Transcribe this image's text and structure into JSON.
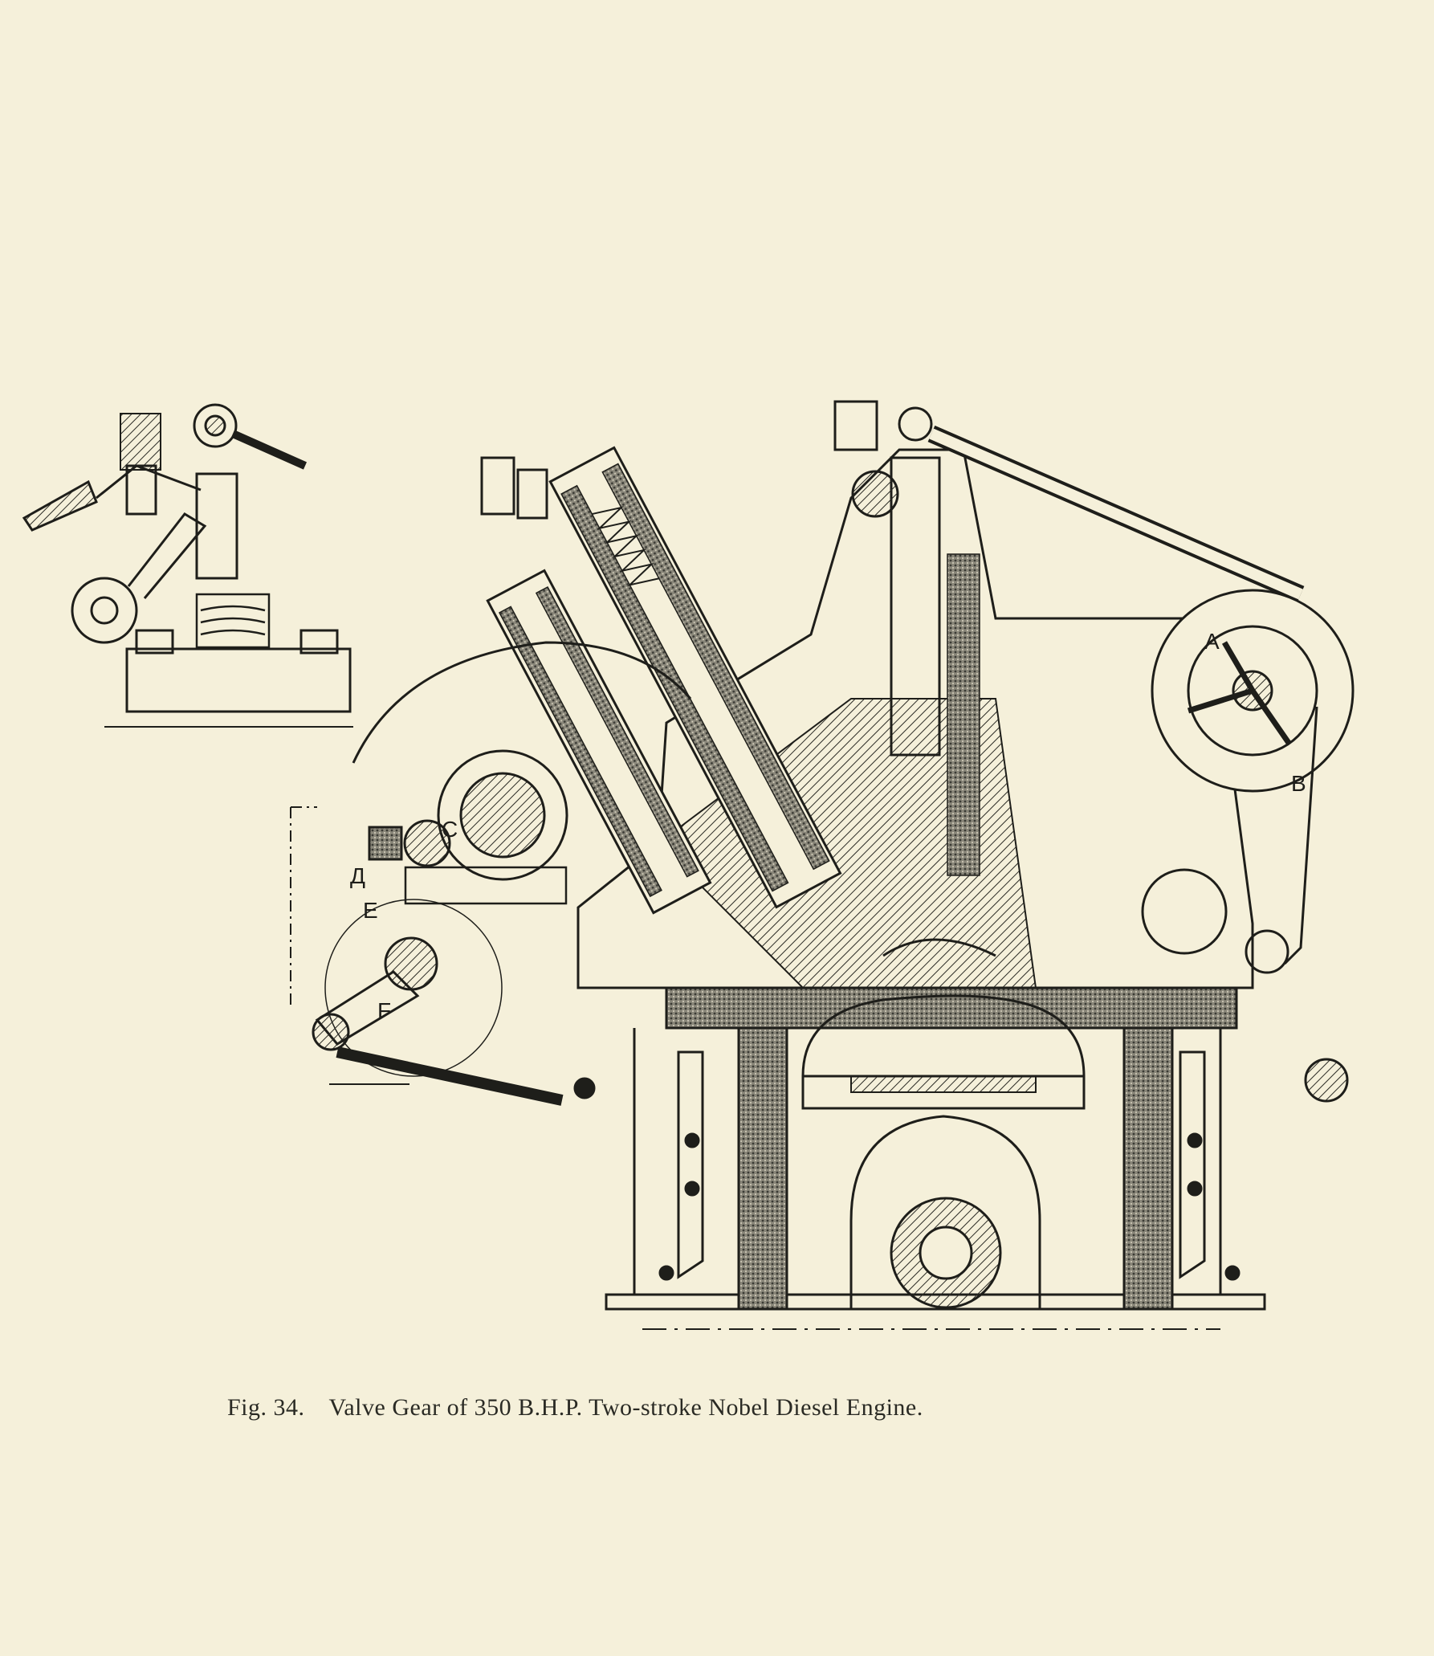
{
  "figure": {
    "number": "Fig. 34.",
    "caption": "Valve Gear of 350 B.H.P. Two-stroke Nobel Diesel Engine."
  },
  "labels": {
    "A": "A",
    "B": "B",
    "C": "C",
    "D": "Д",
    "E": "E",
    "F": "F"
  },
  "colors": {
    "paper": "#f5f0da",
    "ink": "#1e1e1a"
  }
}
